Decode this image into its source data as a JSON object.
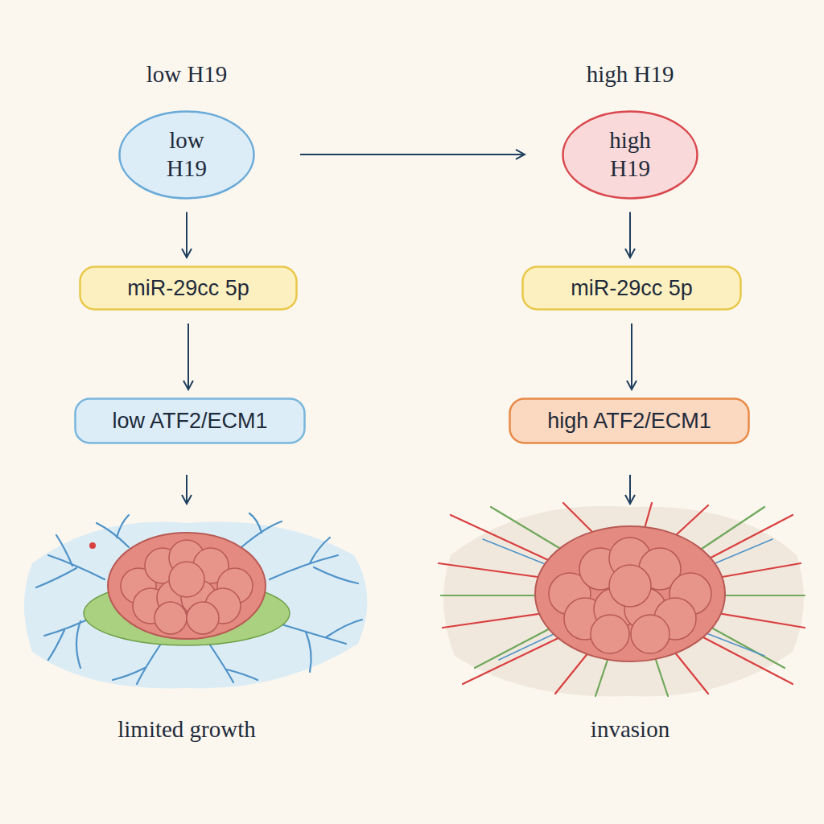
{
  "diagram": {
    "nodes": [
      {
        "text": [
          "low H19"
        ]
      },
      {
        "text": [
          "high H19"
        ]
      },
      {
        "text": [
          "miR-29cc 5p"
        ]
      },
      {
        "text": [
          "miR-29cc 5p"
        ]
      },
      {
        "text": [
          "low ATF2/ECM1"
        ]
      },
      {
        "text": [
          "high ATF2/ECM1"
        ]
      }
    ],
    "edges": [
      {
        "from": 0,
        "to": 1,
        "arrow": "to"
      },
      {
        "from": 0,
        "to": 2,
        "arrow": "to"
      },
      {
        "from": 1,
        "to": 3,
        "arrow": "to"
      },
      {
        "from": 2,
        "to": 4,
        "arrow": "to"
      },
      {
        "from": 3,
        "to": 5,
        "arrow": "to"
      }
    ],
    "labels": [
      "low H19",
      "high H19",
      "limited growth",
      "invasion"
    ]
  }
}
